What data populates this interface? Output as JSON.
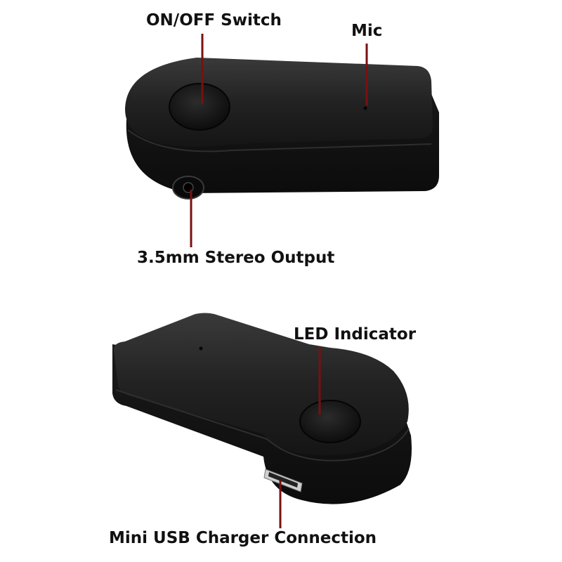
{
  "labels": {
    "on_off_switch": "ON/OFF Switch",
    "mic": "Mic",
    "stereo_output": "3.5mm Stereo Output",
    "led_indicator": "LED Indicator",
    "usb_charger": "Mini USB Charger Connection"
  },
  "colors": {
    "background": "#ffffff",
    "device_body": "#151515",
    "leader_line": "#7a1010",
    "label_text": "#111111"
  }
}
